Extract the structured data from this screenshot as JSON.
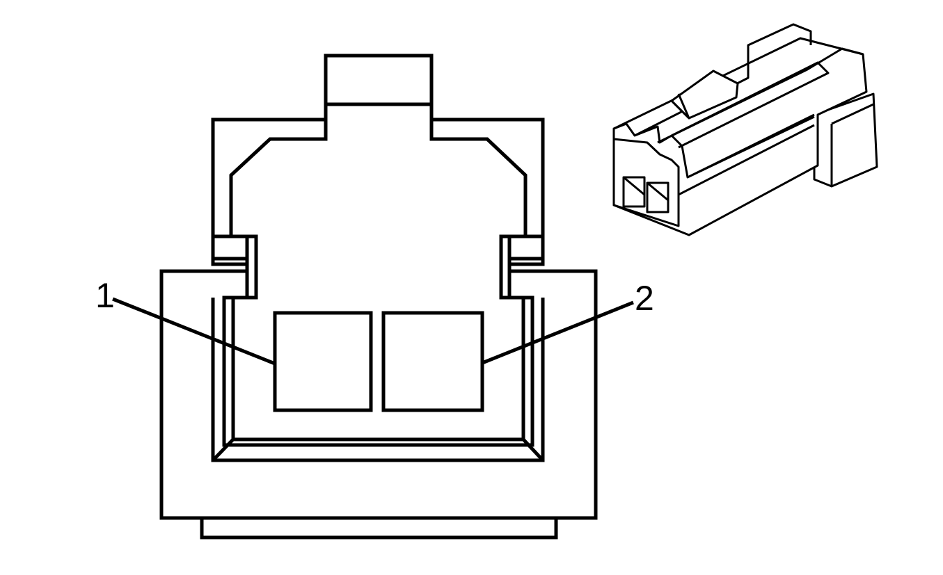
{
  "colors": {
    "stroke": "#000000",
    "background": "#ffffff"
  },
  "callouts": [
    {
      "id": "1",
      "label": "1"
    },
    {
      "id": "2",
      "label": "2"
    }
  ]
}
